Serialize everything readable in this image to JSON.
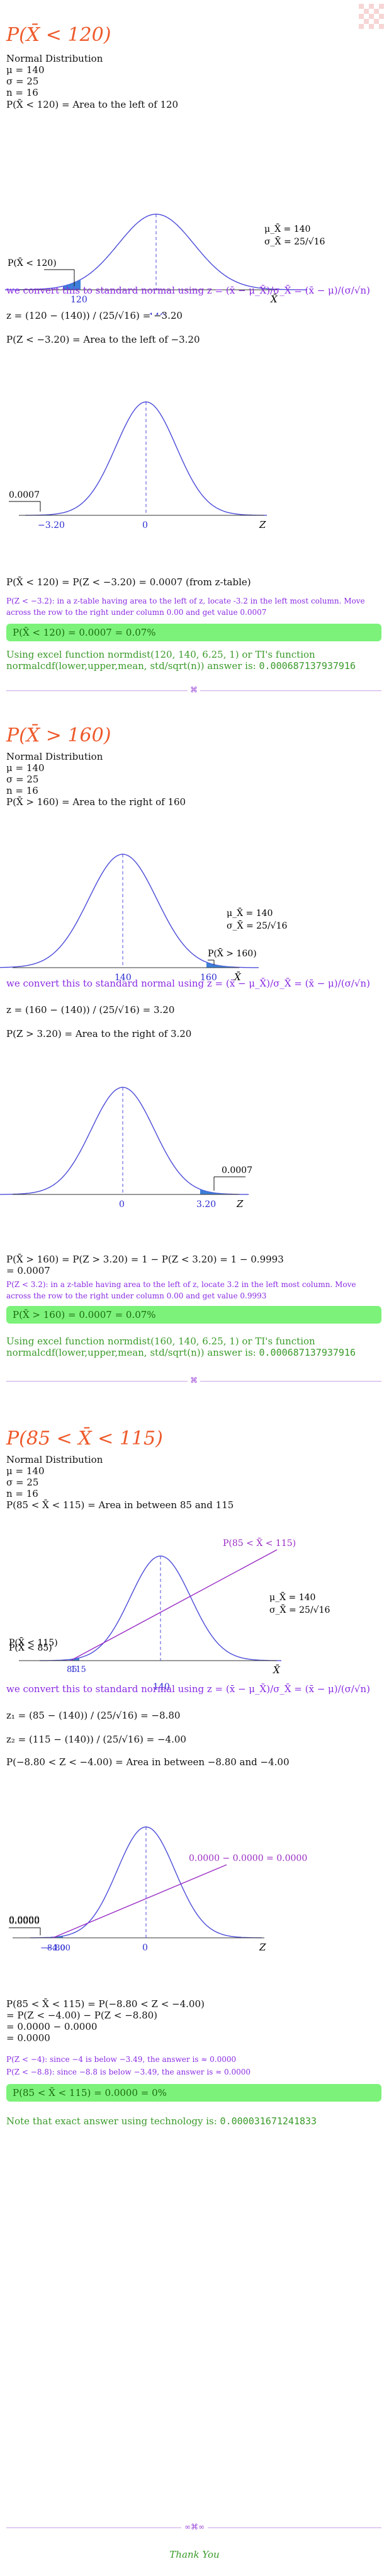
{
  "sections": [
    {
      "title": "P(X̄ < 120)",
      "params": [
        "Normal Distribution",
        "μ = 140",
        "σ = 25",
        "n = 16"
      ],
      "area_line": "P(X̄ < 120) = Area to the left of 120",
      "graph1": {
        "mu_label": "μ_X̄ = 140",
        "sigma_label": "σ_X̄ = 25/√16",
        "region_label": "P(X̄ < 120)",
        "tick1": "120",
        "tick_center": "140",
        "axis": "X̄"
      },
      "convert": "we convert this to standard normal using z = (x̄ − μ_X̄)/σ_X̄ = (x̄ − μ)/(σ/√n)",
      "z_calc": "z = (120 − (140)) / (25/√16) = −3.20",
      "z_area_line": "P(Z < −3.20) = Area to the left of −3.20",
      "graph2": {
        "region_value": "0.0007",
        "tick1": "−3.20",
        "tick_center": "0",
        "axis": "Z"
      },
      "result": "P(X̄ < 120) = P(Z < −3.20) = 0.0007 (from z-table)",
      "note": "P(Z < −3.2): in a z-table having area to the left of z, locate -3.2 in the left most column. Move across the row to the right under column 0.00 and get value 0.0007",
      "answer": "P(X̄ < 120) = 0.0007 = 0.07%",
      "excel": "Using excel function normdist(120, 140, 6.25, 1) or TI's function normalcdf(lower,upper,mean, std/sqrt(n)) answer is:",
      "excel_value": "0.000687137937916"
    },
    {
      "title": "P(X̄ > 160)",
      "params": [
        "Normal Distribution",
        "μ = 140",
        "σ = 25",
        "n = 16"
      ],
      "area_line": "P(X̄ > 160) = Area to the right of 160",
      "graph1": {
        "mu_label": "μ_X̄ = 140",
        "sigma_label": "σ_X̄ = 25/√16",
        "region_label": "P(X̄ > 160)",
        "tick1": "160",
        "tick_center": "140",
        "axis": "X̄"
      },
      "convert": "we convert this to standard normal using z = (x̄ − μ_X̄)/σ_X̄ = (x̄ − μ)/(σ/√n)",
      "z_calc": "z = (160 − (140)) / (25/√16) = 3.20",
      "z_area_line": "P(Z > 3.20) = Area to the right of 3.20",
      "graph2": {
        "region_value": "0.0007",
        "tick1": "3.20",
        "tick_center": "0",
        "axis": "Z"
      },
      "result": "P(X̄ > 160) = P(Z > 3.20) = 1 − P(Z < 3.20) = 1 − 0.9993",
      "result2": "= 0.0007",
      "note": "P(Z < 3.2): in a z-table having area to the left of z, locate 3.2 in the left most column. Move across the row to the right under column 0.00 and get value 0.9993",
      "answer": "P(X̄ > 160) = 0.0007 = 0.07%",
      "excel": "Using excel function normdist(160, 140, 6.25, 1) or TI's function normalcdf(lower,upper,mean, std/sqrt(n)) answer is:",
      "excel_value": "0.000687137937916"
    },
    {
      "title": "P(85 < X̄ < 115)",
      "params": [
        "Normal Distribution",
        "μ = 140",
        "σ = 25",
        "n = 16"
      ],
      "area_line": "P(85 < X̄ < 115) = Area in between 85 and 115",
      "graph1": {
        "mu_label": "μ_X̄ = 140",
        "sigma_label": "σ_X̄ = 25/√16",
        "region_label": "P(85 < X̄ < 115)",
        "region_label2": "P(X̄ < 115)",
        "region_label3": "P(X̄ < 85)",
        "tick1": "85",
        "tick2": "115",
        "tick_center": "140",
        "axis": "X̄"
      },
      "convert": "we convert this to standard normal using z = (x̄ − μ_X̄)/σ_X̄ = (x̄ − μ)/(σ/√n)",
      "z1_calc": "z₁ = (85 − (140)) / (25/√16) = −8.80",
      "z2_calc": "z₂ = (115 − (140)) / (25/√16) = −4.00",
      "z_area_line": "P(−8.80 < Z < −4.00) = Area in between −8.80 and −4.00",
      "graph2": {
        "region_value": "0.0000 − 0.0000 = 0.0000",
        "left_value": "0.0000",
        "left_value2": "0.0000",
        "tick1": "−8.80",
        "tick2": "−4.00",
        "tick_center": "0",
        "axis": "Z"
      },
      "result_lines": [
        "P(85 < X̄ < 115) = P(−8.80 < Z < −4.00)",
        "= P(Z < −4.00) − P(Z < −8.80)",
        "= 0.0000 − 0.0000",
        "= 0.0000"
      ],
      "note1": "P(Z < −4): since −4 is below −3.49, the answer is ≈ 0.0000",
      "note2": "P(Z < −8.8): since −8.8 is below −3.49, the answer is ≈ 0.0000",
      "answer": "P(85 < X̄ < 115) = 0.0000 = 0%",
      "excel": "Note that exact answer using technology is:",
      "excel_value": "0.000031671241833"
    }
  ],
  "footer": {
    "thanks": "Thank You"
  },
  "colors": {
    "title": "#ee5a2b",
    "curve": "#4b4bd9",
    "shade": "#3d7fd9",
    "green_text": "#3a9a2a",
    "purple_text": "#8a2be2",
    "answer_box": "#7cf27a"
  }
}
